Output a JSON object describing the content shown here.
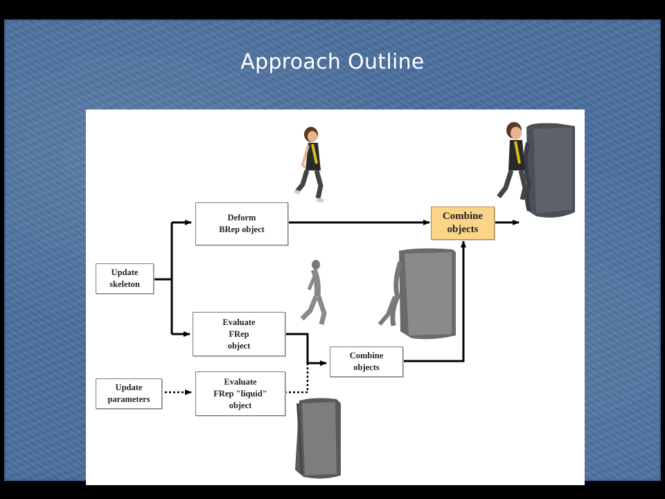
{
  "slide": {
    "title": "Approach Outline"
  },
  "diagram": {
    "nodes": {
      "update_skeleton": [
        "Update",
        "skeleton"
      ],
      "deform_brep": [
        "Deform",
        "BRep object"
      ],
      "evaluate_frep": [
        "Evaluate",
        "FRep",
        "object"
      ],
      "update_parameters": [
        "Update",
        "parameters"
      ],
      "evaluate_liquid": [
        "Evaluate",
        "FRep \"liquid\"",
        "object"
      ],
      "combine_lower": [
        "Combine",
        "objects"
      ],
      "combine_final": [
        "Combine",
        "objects"
      ]
    },
    "colors": {
      "highlight_box": "#fbd488",
      "slide_background": "#4a6f9e",
      "panel": "#ffffff"
    },
    "illustrations": [
      "walking-character",
      "character-merged-with-block",
      "frep-skeleton-figure",
      "frep-block-with-figure",
      "frep-liquid-block"
    ]
  }
}
